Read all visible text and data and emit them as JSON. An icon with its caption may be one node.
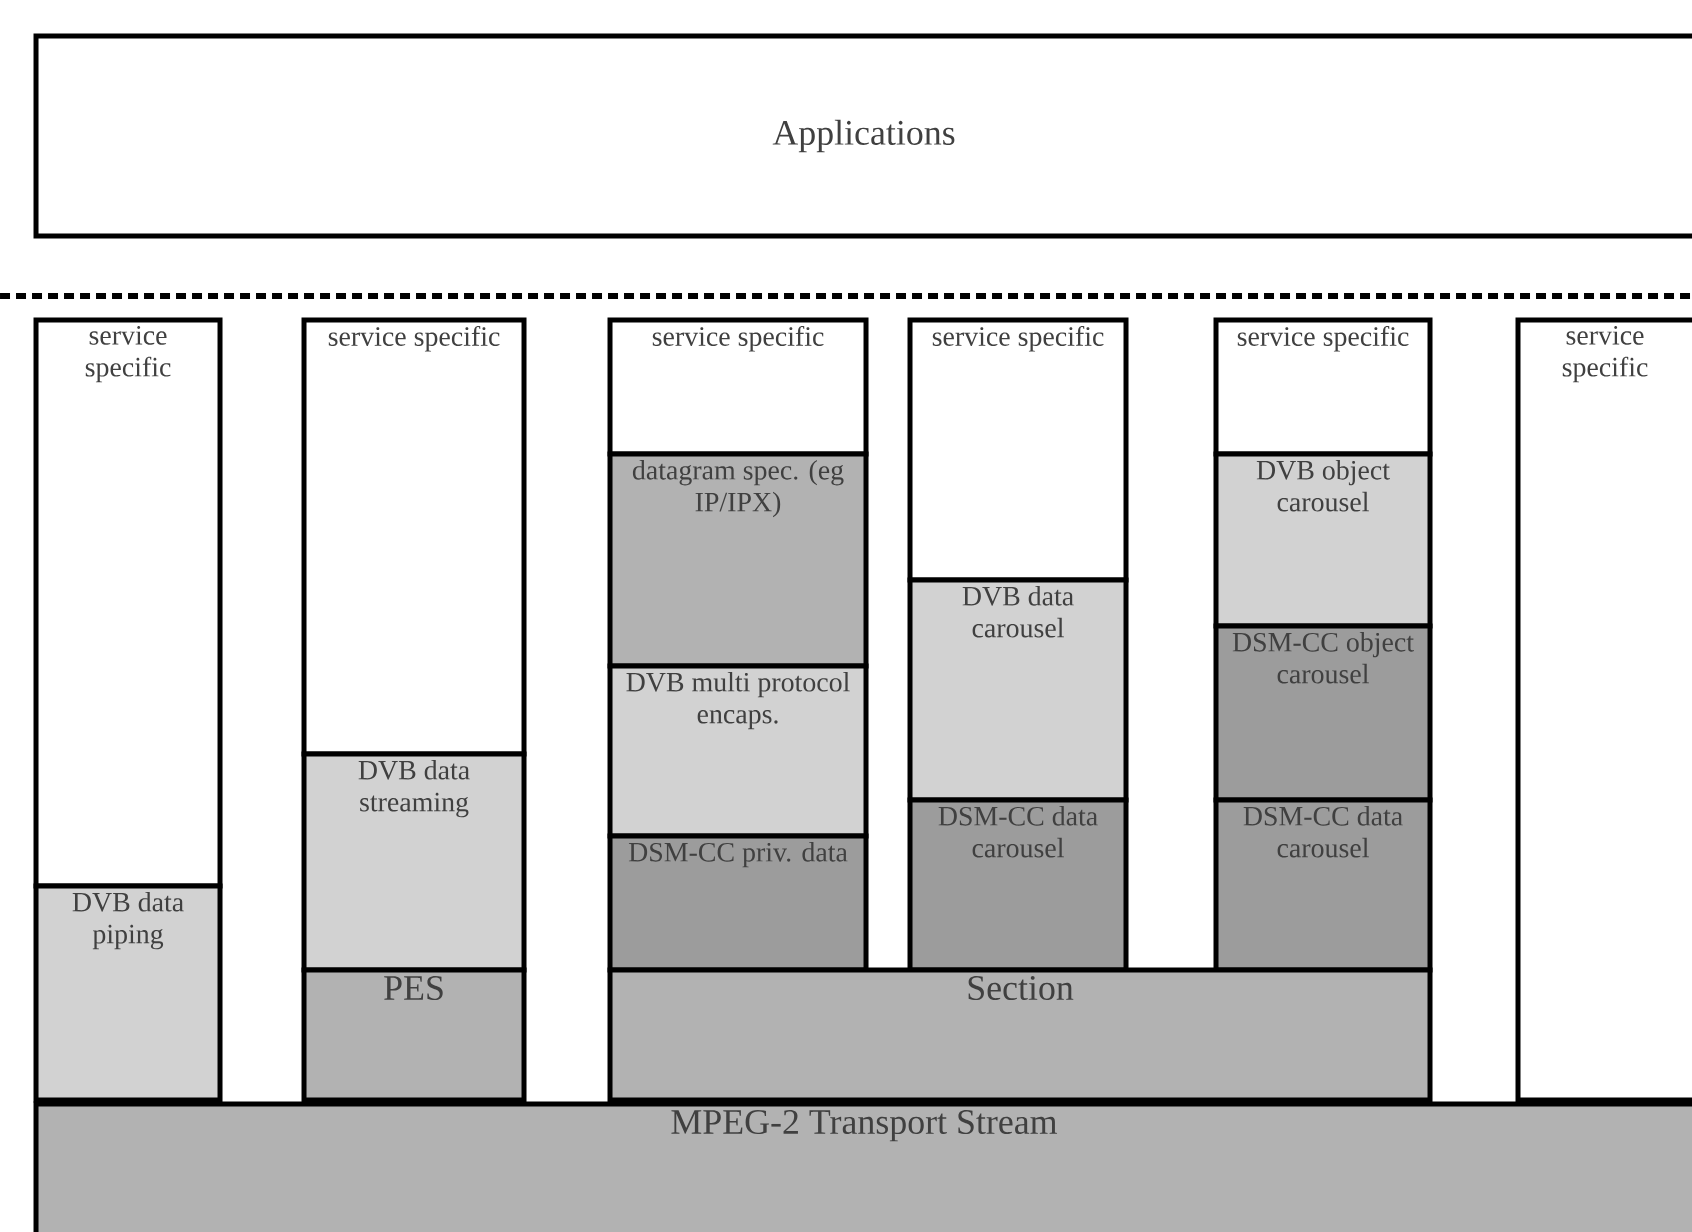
{
  "diagram": {
    "nodes": [
      {
        "text": [
          "Applications"
        ]
      },
      {
        "text": [
          "service specific"
        ]
      },
      {
        "text": [
          "DVB data piping"
        ]
      },
      {
        "text": [
          "service specific"
        ]
      },
      {
        "text": [
          "DVB data streaming"
        ]
      },
      {
        "text": [
          "PES"
        ]
      },
      {
        "text": [
          "service specific"
        ]
      },
      {
        "text": [
          "datagram spec. (eg IP/IPX)"
        ]
      },
      {
        "text": [
          "DVB multi protocol encaps."
        ]
      },
      {
        "text": [
          "DSM-CC priv. data"
        ]
      },
      {
        "text": [
          "service specific"
        ]
      },
      {
        "text": [
          "DVB data carousel"
        ]
      },
      {
        "text": [
          "DSM-CC data carousel"
        ]
      },
      {
        "text": [
          "service specific"
        ]
      },
      {
        "text": [
          "DVB object carousel"
        ]
      },
      {
        "text": [
          "DSM-CC object carousel"
        ]
      },
      {
        "text": [
          "DSM-CC data carousel"
        ]
      },
      {
        "text": [
          "service specific"
        ]
      },
      {
        "text": [
          "Section"
        ]
      },
      {
        "text": [
          "MPEG-2 Transport Stream"
        ]
      }
    ]
  }
}
